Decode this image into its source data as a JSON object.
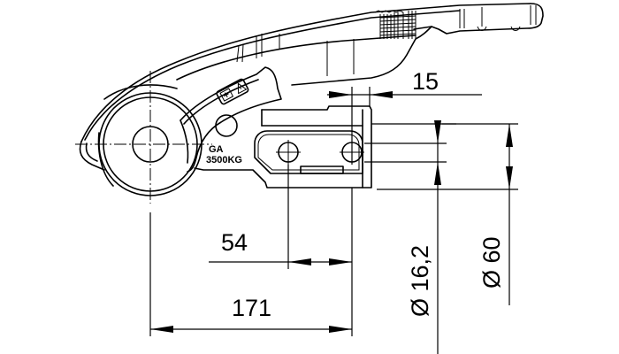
{
  "drawing": {
    "type": "technical-drawing",
    "subject": "trailer coupling head side view",
    "colors": {
      "line": "#000000",
      "background": "#ffffff"
    }
  },
  "markings": {
    "approval": "GA",
    "load_rating": "3500KG",
    "warning_badge": "warning-triangle"
  },
  "dimensions": {
    "d15": {
      "value": "15",
      "orientation": "horizontal"
    },
    "d54": {
      "value": "54",
      "orientation": "horizontal"
    },
    "d171": {
      "value": "171",
      "orientation": "horizontal"
    },
    "d16_2": {
      "value": "Ø 16,2",
      "orientation": "vertical"
    },
    "d60": {
      "value": "Ø 60",
      "orientation": "vertical"
    }
  }
}
